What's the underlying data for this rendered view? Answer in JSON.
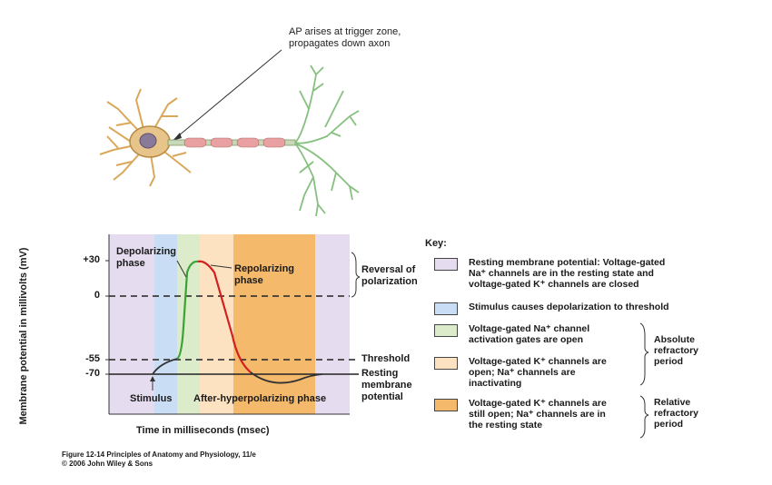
{
  "callout": {
    "line1": "AP arises at trigger zone,",
    "line2": "propagates down axon"
  },
  "graph": {
    "y_axis_label": "Membrane potential in millivolts (mV)",
    "x_axis_label": "Time in milliseconds (msec)",
    "y_ticks": [
      "+30",
      "0",
      "-55",
      "-70"
    ],
    "labels": {
      "depolarizing_1": "Depolarizing",
      "depolarizing_2": "phase",
      "repolarizing_1": "Repolarizing",
      "repolarizing_2": "phase",
      "stimulus": "Stimulus",
      "after_hyper": "After-hyperpolarizing phase",
      "reversal_1": "Reversal of",
      "reversal_2": "polarization",
      "threshold": "Threshold",
      "resting_1": "Resting",
      "resting_2": "membrane",
      "resting_3": "potential"
    },
    "colors": {
      "purple": "#e6dcf0",
      "blue": "#c9def5",
      "green": "#dcebc9",
      "peach": "#fde2c2",
      "orange": "#f4b96a",
      "trace_green": "#3aa335",
      "trace_red": "#d21f1f",
      "trace_dark": "#333333"
    }
  },
  "key": {
    "title": "Key:",
    "items": [
      {
        "color": "#e6dcf0",
        "lines": [
          "Resting membrane potential: Voltage-gated",
          "Na⁺ channels are in the resting state and",
          "voltage-gated K⁺ channels are closed"
        ]
      },
      {
        "color": "#c9def5",
        "lines": [
          "Stimulus causes depolarization to threshold"
        ]
      },
      {
        "color": "#dcebc9",
        "lines": [
          "Voltage-gated Na⁺ channel",
          "activation gates are open"
        ]
      },
      {
        "color": "#fde2c2",
        "lines": [
          "Voltage-gated K⁺ channels are",
          "open; Na⁺ channels are",
          "inactivating"
        ]
      },
      {
        "color": "#f4b96a",
        "lines": [
          "Voltage-gated K⁺ channels are",
          "still open; Na⁺ channels are in",
          "the resting state"
        ]
      }
    ],
    "absolute": [
      "Absolute",
      "refractory",
      "period"
    ],
    "relative": [
      "Relative",
      "refractory",
      "period"
    ]
  },
  "caption": {
    "line1": "Figure 12-14  Principles of Anatomy and Physiology, 11/e",
    "line2": "© 2006 John Wiley & Sons"
  }
}
